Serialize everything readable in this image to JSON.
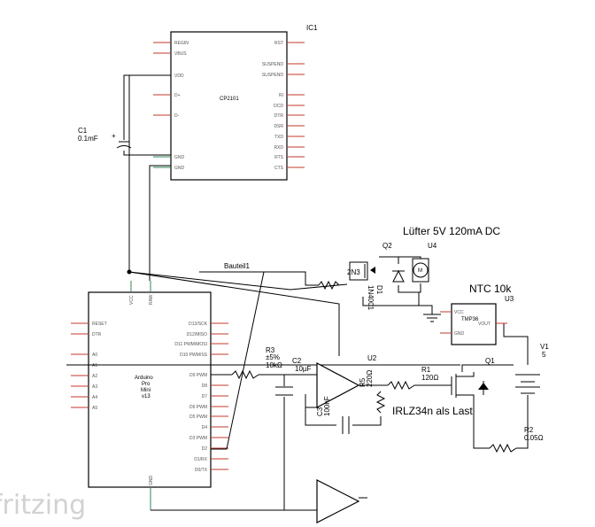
{
  "ic1": {
    "ref": "IC1",
    "part": "CP2101",
    "left_pins": [
      "REGIN",
      "VBUS",
      "VDD",
      "D+",
      "D-",
      "GND",
      "GND"
    ],
    "right_pins": [
      "RST",
      "SUSPEND",
      "SUSPEND",
      "RI",
      "DCD",
      "DTR",
      "DSR",
      "TXD",
      "RXD",
      "RTS",
      "CTS"
    ]
  },
  "c1": {
    "ref": "C1",
    "value": "0.1mF"
  },
  "arduino": {
    "name": [
      "Arduino",
      "Pro",
      "Mini",
      "v13"
    ],
    "left_pins": [
      "RESET",
      "DTR",
      "A0",
      "A1",
      "A2",
      "A3",
      "A4",
      "A5"
    ],
    "right_pins": [
      "D13/SCK",
      "D12/MISO",
      "D11 PWM/MOSI",
      "D10 PWM/SS",
      "D9 PWM",
      "D8",
      "D7",
      "D6 PWM",
      "D5 PWM",
      "D4",
      "D3 PWM",
      "D2",
      "D1/RX",
      "D0/TX"
    ],
    "top_pins": [
      "VCC",
      "RAW"
    ],
    "bottom_pins": [
      "GND"
    ]
  },
  "fan": {
    "title": "Lüfter 5V 120mA DC",
    "transistor_ref": "Q2",
    "transistor_label": "2N3",
    "motor_ref": "U4",
    "motor_symbol": "M",
    "diode_ref": "D1",
    "diode_part": "1N4001",
    "bauteil": "Bauteil1"
  },
  "ntc": {
    "title": "NTC 10k",
    "ref": "U3",
    "part": "TMP36",
    "pins": [
      "VCC",
      "GND",
      "VOUT"
    ]
  },
  "r3": {
    "ref": "R3",
    "tol": "±5%",
    "value": "10kΩ"
  },
  "c2": {
    "ref": "C2",
    "value": "10µF"
  },
  "u2": {
    "ref": "U2"
  },
  "r5": {
    "ref": "R5",
    "value": "220Ω"
  },
  "c3": {
    "ref": "C3",
    "value": "100nF"
  },
  "r1": {
    "ref": "R1",
    "value": "120Ω"
  },
  "q1": {
    "ref": "Q1",
    "caption": "IRLZ34n als Last"
  },
  "v1": {
    "ref": "V1",
    "value": "5"
  },
  "r2": {
    "ref": "R2",
    "value": "0.05Ω"
  },
  "brand": "fritzing"
}
